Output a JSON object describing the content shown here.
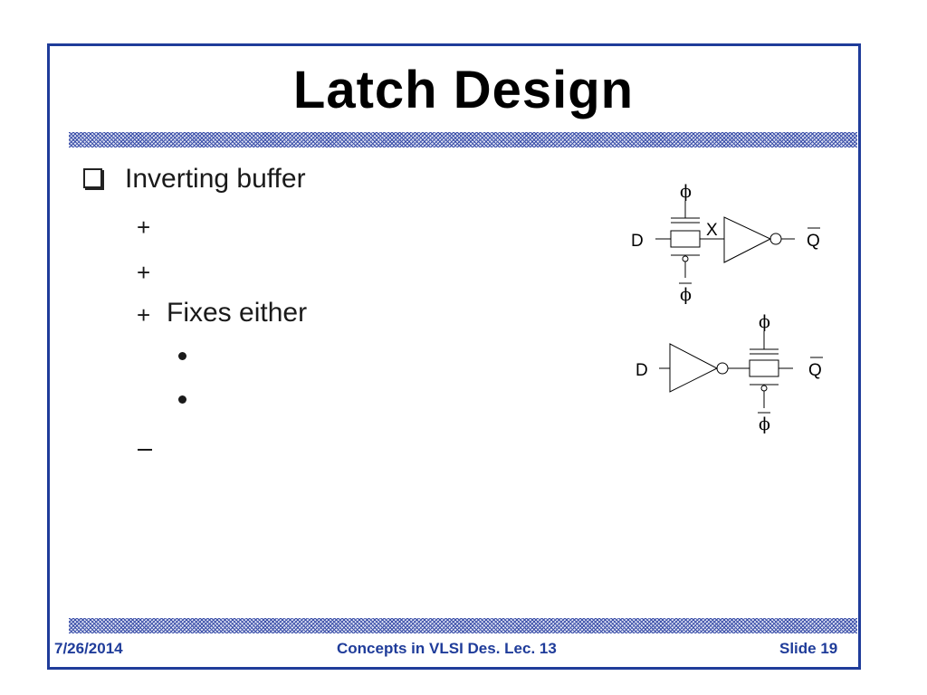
{
  "slide": {
    "title": "Latch Design",
    "bullets": {
      "main": "Inverting buffer",
      "sub1_mark": "+",
      "sub2_mark": "+",
      "sub3_mark": "+",
      "sub3_text": "Fixes either"
    }
  },
  "diagram": {
    "top": {
      "clock": "ϕ",
      "clock_bar": "ϕ",
      "node": "X",
      "input": "D",
      "output": "Q"
    },
    "bottom": {
      "clock": "ϕ",
      "clock_bar": "ϕ",
      "input": "D",
      "output": "Q"
    }
  },
  "footer": {
    "date": "7/26/2014",
    "course": "Concepts in VLSI Des. Lec. 13",
    "slide_number": "Slide 19"
  },
  "colors": {
    "accent": "#1f3c9a",
    "text": "#000000"
  }
}
